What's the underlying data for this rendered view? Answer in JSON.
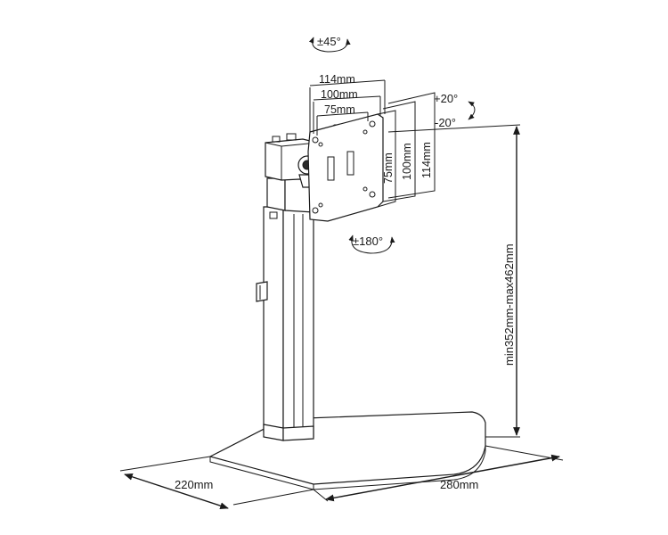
{
  "rotation": {
    "swivel": "±45°",
    "rotate": "±180°",
    "tilt_up": "+20°",
    "tilt_down": "-20°"
  },
  "vesa": {
    "horizontal": [
      "114mm",
      "100mm",
      "75mm"
    ],
    "vertical": [
      "75mm",
      "100mm",
      "114mm"
    ]
  },
  "dimensions": {
    "height": "min352mm-max462mm",
    "depth": "220mm",
    "width": "280mm"
  }
}
